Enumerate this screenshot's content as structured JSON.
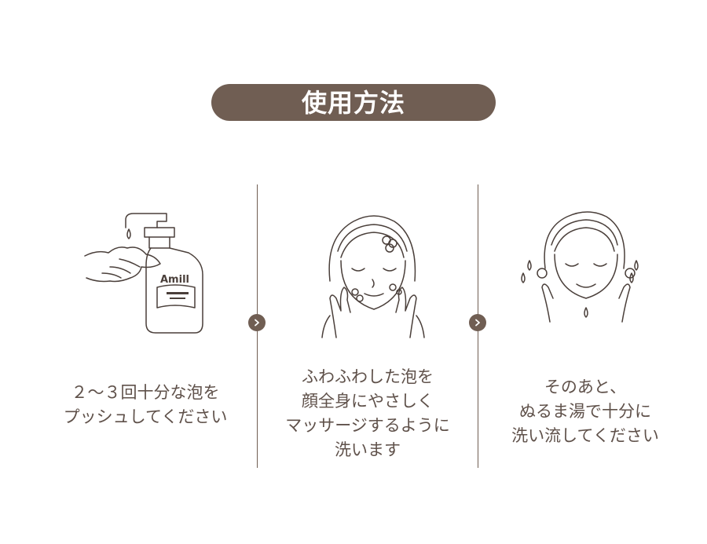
{
  "header": {
    "title": "使用方法"
  },
  "bottle": {
    "brand": "Amill"
  },
  "steps": [
    {
      "lines": [
        "２～３回十分な泡を",
        "プッシュしてください"
      ]
    },
    {
      "lines": [
        "ふわふわした泡を",
        "顔全身にやさしく",
        "マッサージするように",
        "洗います"
      ]
    },
    {
      "lines": [
        "そのあと、",
        "ぬるま湯で十分に",
        "洗い流してください"
      ]
    }
  ],
  "icons": {
    "arrow": "chevron-right-icon"
  },
  "colors": {
    "accent": "#705e53",
    "text": "#5f514a",
    "line": "#4a3f3a"
  }
}
